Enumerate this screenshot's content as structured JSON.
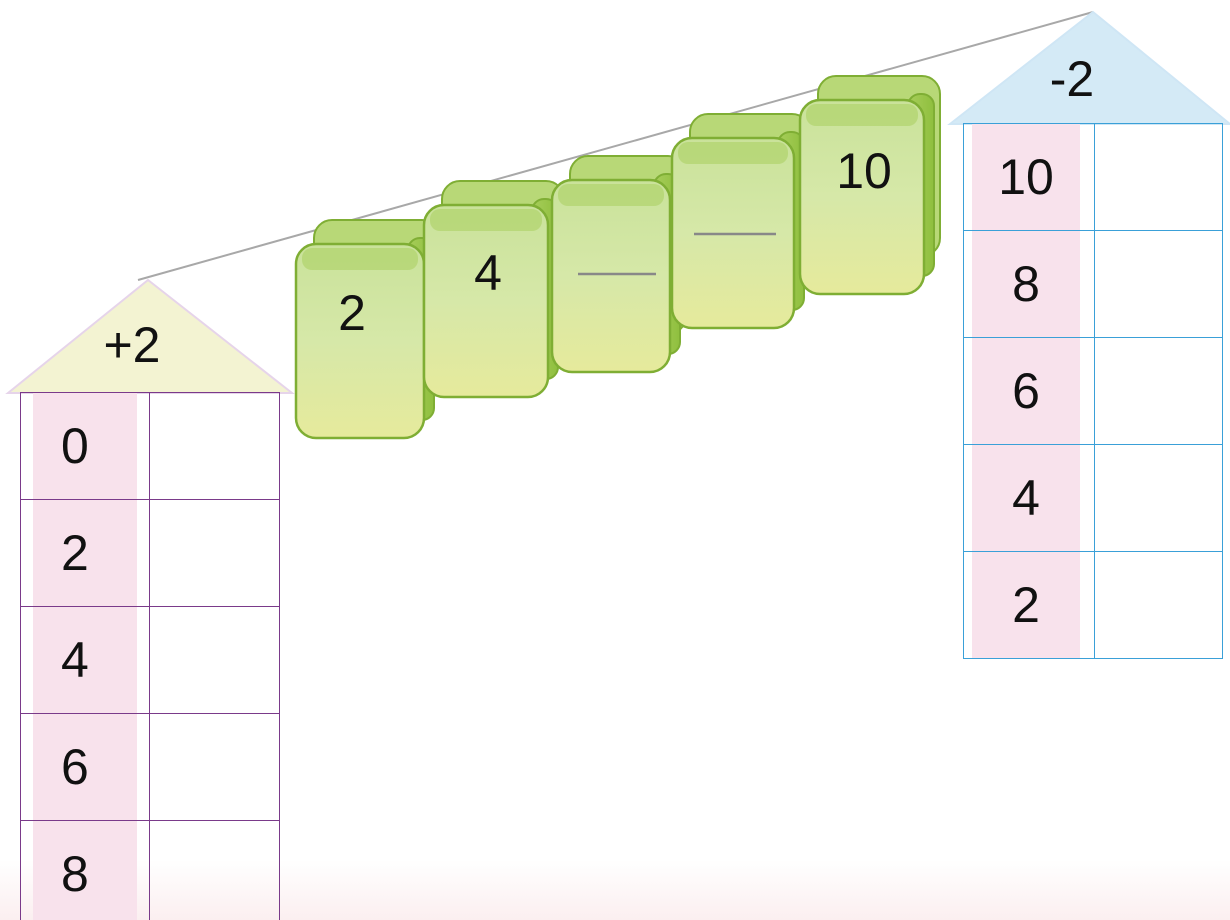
{
  "left_house": {
    "label": "+2",
    "values": [
      "0",
      "2",
      "4",
      "6",
      "8"
    ]
  },
  "right_house": {
    "label": "-2",
    "values": [
      "10",
      "8",
      "6",
      "4",
      "2"
    ]
  },
  "train": {
    "cars": [
      {
        "label": "2"
      },
      {
        "label": "4"
      },
      {
        "label": ""
      },
      {
        "label": ""
      },
      {
        "label": "10"
      }
    ]
  },
  "colors": {
    "left_roof": "#f3f3d2",
    "right_roof": "#d4eaf6",
    "cell_highlight": "#f8e2ec",
    "left_grid": "#7a3a8a",
    "right_grid": "#3aa0d8",
    "car_green": "#b5d66c"
  }
}
